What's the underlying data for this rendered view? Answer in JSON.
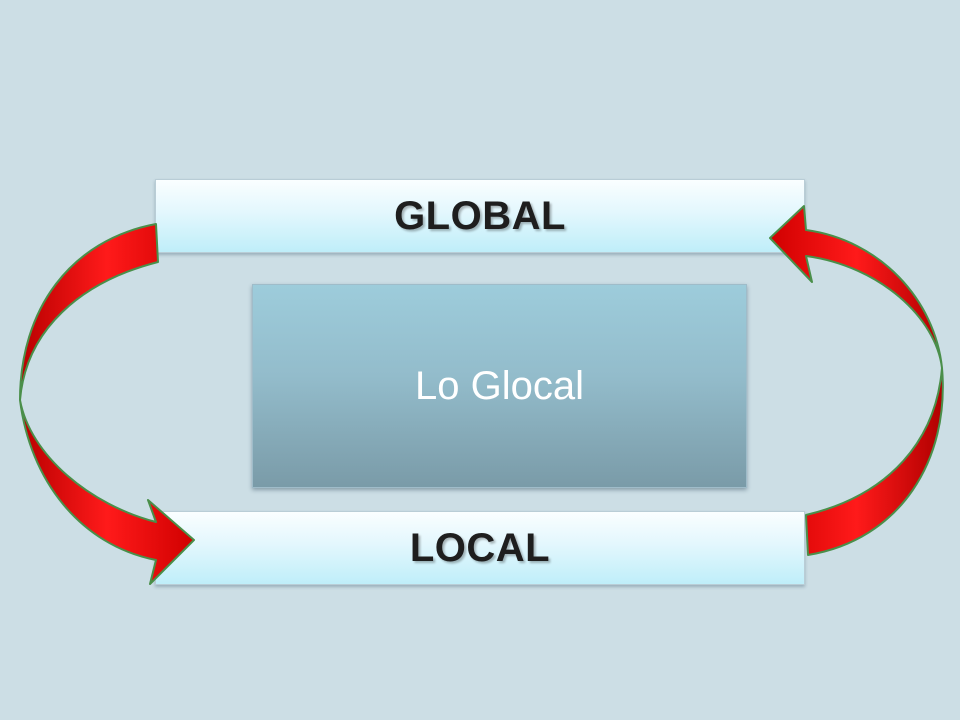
{
  "diagram": {
    "top_label": "GLOBAL",
    "center_label": "Lo Glocal",
    "bottom_label": "LOCAL"
  },
  "colors": {
    "background": "#ccdee5",
    "arrow_fill": "#e00000",
    "arrow_outline": "#4a8f4a",
    "label_text": "#1e1e1e",
    "center_text": "#ffffff"
  },
  "icons": [
    "curved-arrow-global-to-local-icon",
    "curved-arrow-local-to-global-icon"
  ]
}
